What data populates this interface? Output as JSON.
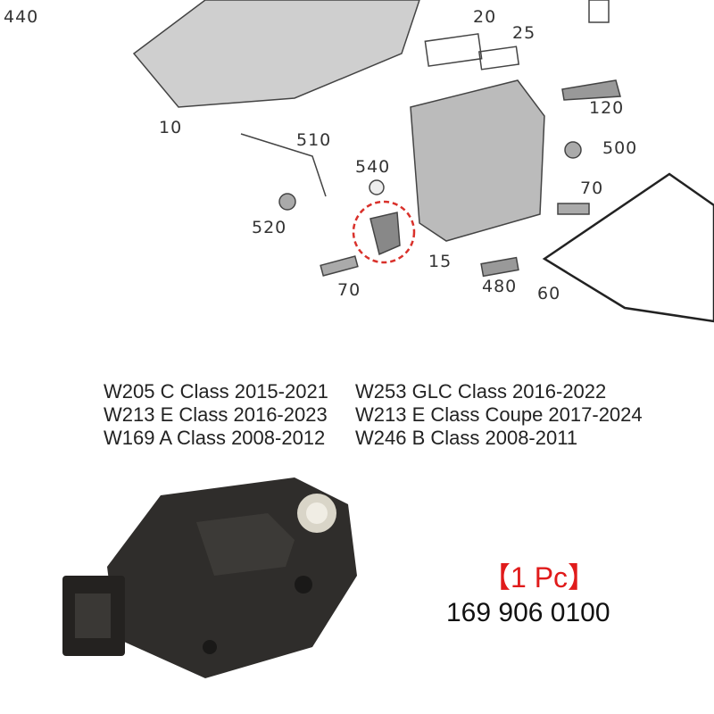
{
  "diagram": {
    "labels": [
      {
        "id": "440",
        "text": "440"
      },
      {
        "id": "20",
        "text": "20"
      },
      {
        "id": "25",
        "text": "25"
      },
      {
        "id": "10",
        "text": "10"
      },
      {
        "id": "510",
        "text": "510"
      },
      {
        "id": "120",
        "text": "120"
      },
      {
        "id": "500",
        "text": "500"
      },
      {
        "id": "540",
        "text": "540"
      },
      {
        "id": "70a",
        "text": "70"
      },
      {
        "id": "520",
        "text": "520"
      },
      {
        "id": "15",
        "text": "15"
      },
      {
        "id": "70b",
        "text": "70"
      },
      {
        "id": "480",
        "text": "480"
      },
      {
        "id": "60",
        "text": "60"
      }
    ],
    "highlight_color": "#d9312b"
  },
  "compatibility": [
    [
      "W205 C Class 2015-2021",
      "W253 GLC Class 2016-2022"
    ],
    [
      "W213 E Class 2016-2023",
      "W213 E Class Coupe 2017-2024"
    ],
    [
      "W169 A Class 2008-2012",
      "W246 B Class 2008-2011"
    ]
  ],
  "quantity": "【1 Pc】",
  "part_number": "169 906 0100",
  "accent_color": "#e01b1b"
}
